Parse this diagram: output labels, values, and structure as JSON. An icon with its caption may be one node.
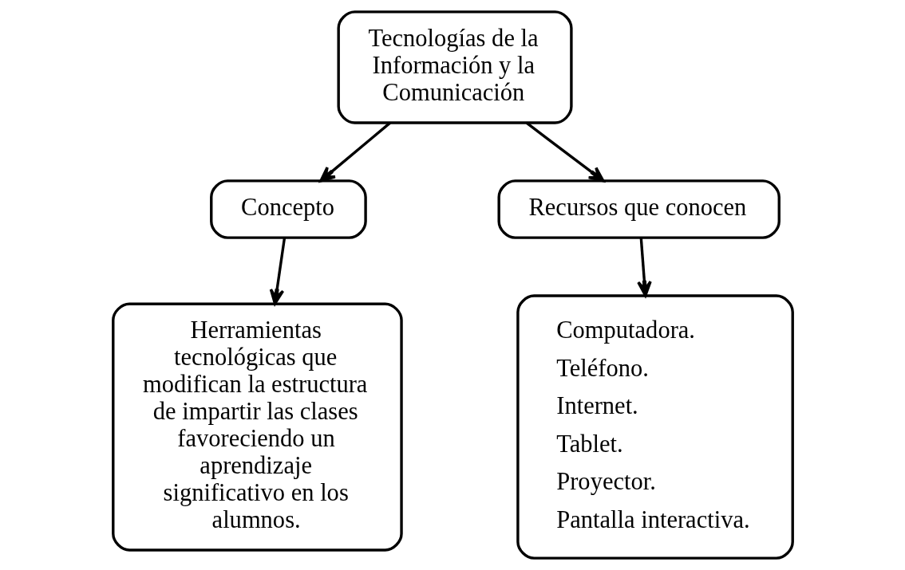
{
  "diagram": {
    "nodes": [
      {
        "text": [
          "Tecnologías de la Información y la Comunicación"
        ]
      },
      {
        "text": [
          "Concepto"
        ]
      },
      {
        "text": [
          "Recursos que conocen"
        ]
      },
      {
        "text": [
          "Herramientas tecnológicas que modifican la estructura de impartir las clases favoreciendo un aprendizaje significativo en los alumnos."
        ]
      },
      {
        "text": [
          "Computadora.",
          "Teléfono.",
          "Internet.",
          "Tablet.",
          "Proyector.",
          "Pantalla interactiva."
        ]
      }
    ],
    "edges": [
      {
        "from": 0,
        "to": 1,
        "arrow": "to"
      },
      {
        "from": 0,
        "to": 2,
        "arrow": "to"
      },
      {
        "from": 1,
        "to": 3,
        "arrow": "to"
      },
      {
        "from": 2,
        "to": 4,
        "arrow": "to"
      }
    ]
  }
}
